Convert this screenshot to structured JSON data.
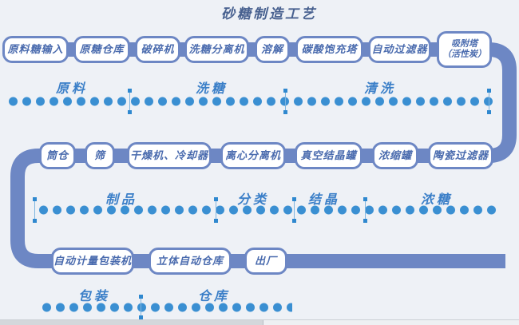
{
  "title": "砂糖制造工艺",
  "colors": {
    "background": "#eef1f6",
    "pipe": "#6d87c4",
    "box_border": "#6d87c4",
    "box_text": "#4a6bae",
    "dots": "#3a8fd2",
    "section_label_text": "#3b7fc8",
    "title_text": "#47608f"
  },
  "rows": [
    {
      "boxes": [
        {
          "label": "原料糖输入"
        },
        {
          "label": "原糖仓库"
        },
        {
          "label": "破碎机"
        },
        {
          "label": "洗糖分离机"
        },
        {
          "label": "溶解"
        },
        {
          "label": "碳酸饱充塔"
        },
        {
          "label": "自动过滤器"
        },
        {
          "label": "吸附塔\n（活性炭）"
        }
      ]
    },
    {
      "boxes": [
        {
          "label": "筒仓"
        },
        {
          "label": "筛"
        },
        {
          "label": "干燥机、冷却器"
        },
        {
          "label": "离心分离机"
        },
        {
          "label": "真空结晶罐"
        },
        {
          "label": "浓缩罐"
        },
        {
          "label": "陶瓷过滤器"
        }
      ]
    },
    {
      "boxes": [
        {
          "label": "自动计量包装机"
        },
        {
          "label": "立体自动仓库"
        },
        {
          "label": "出厂"
        }
      ]
    }
  ],
  "sections": {
    "row1": [
      {
        "label": "原料"
      },
      {
        "label": "洗糖"
      },
      {
        "label": "清洗"
      }
    ],
    "row2": [
      {
        "label": "制品"
      },
      {
        "label": "分类"
      },
      {
        "label": "结晶"
      },
      {
        "label": "浓糖"
      }
    ],
    "row3": [
      {
        "label": "包装"
      },
      {
        "label": "仓库"
      }
    ]
  }
}
